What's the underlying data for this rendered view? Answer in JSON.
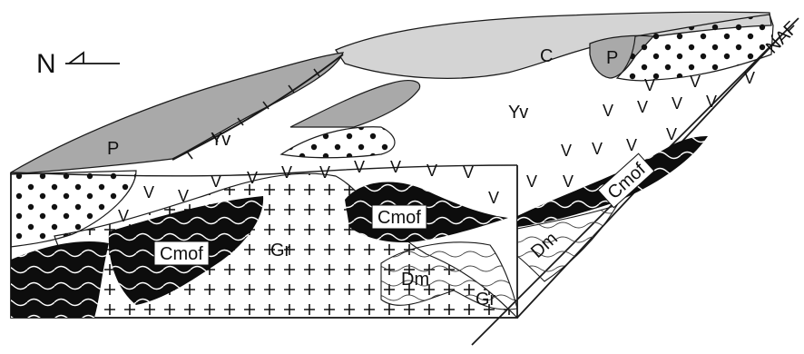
{
  "orientation": {
    "north_label": "N",
    "icon": "north-arrow-icon"
  },
  "fault_label": "NAF",
  "units": {
    "C": "C",
    "P": "P",
    "Yv": "Yv",
    "Cmof": "Cmof",
    "Gr": "Gr",
    "Dm": "Dm",
    "V": "V"
  },
  "colors": {
    "light_grey": "#d4d4d4",
    "mid_grey": "#a9a9a9",
    "black": "#0d0d0d",
    "outline": "#1a1a1a"
  }
}
